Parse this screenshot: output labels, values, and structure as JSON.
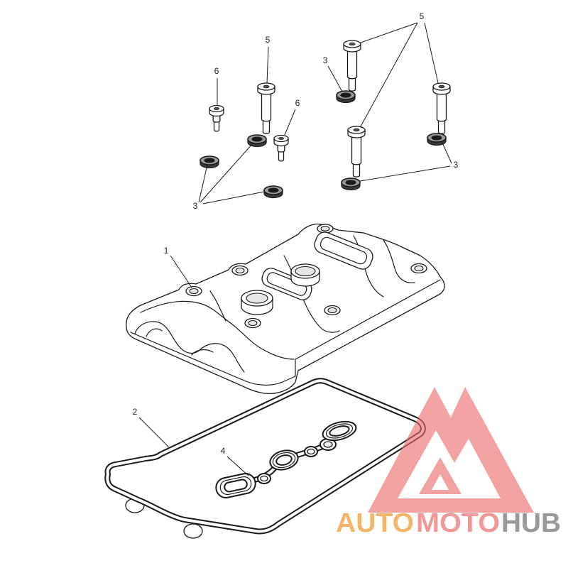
{
  "callouts": [
    {
      "label": "5"
    },
    {
      "label": "6"
    },
    {
      "label": "5"
    },
    {
      "label": "3"
    },
    {
      "label": "6"
    },
    {
      "label": "3"
    },
    {
      "label": "3"
    },
    {
      "label": "1"
    },
    {
      "label": "2"
    },
    {
      "label": "4"
    }
  ],
  "watermark": {
    "logo_color": "#ec6a6a",
    "segments": [
      {
        "text": "AUTO",
        "color": "#f2ad55"
      },
      {
        "text": "MOTO",
        "color": "#ef8a8a"
      },
      {
        "text": "HUB",
        "color": "#8c8c8c"
      }
    ]
  },
  "icons": {
    "logo": "automotohub-triangle-logo-icon"
  }
}
